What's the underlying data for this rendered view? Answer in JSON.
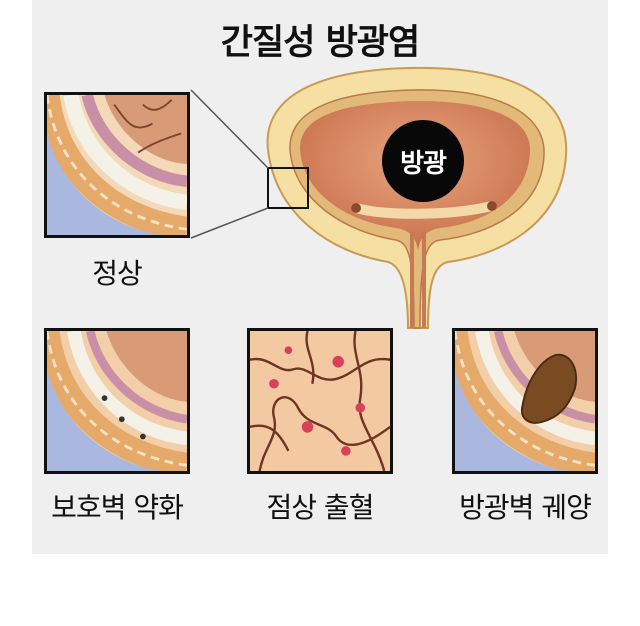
{
  "title": "간질성 방광염",
  "organ_label": "방광",
  "insets": {
    "normal": "정상",
    "weakened": "보호벽 약화",
    "bleeding": "점상 출혈",
    "ulcer": "방광벽 궤양"
  },
  "colors": {
    "panel_bg": "#efefef",
    "bladder_outer": "#f6dfa3",
    "bladder_inner": "#d78a63",
    "badge_bg": "#080808",
    "frame": "#111111"
  }
}
